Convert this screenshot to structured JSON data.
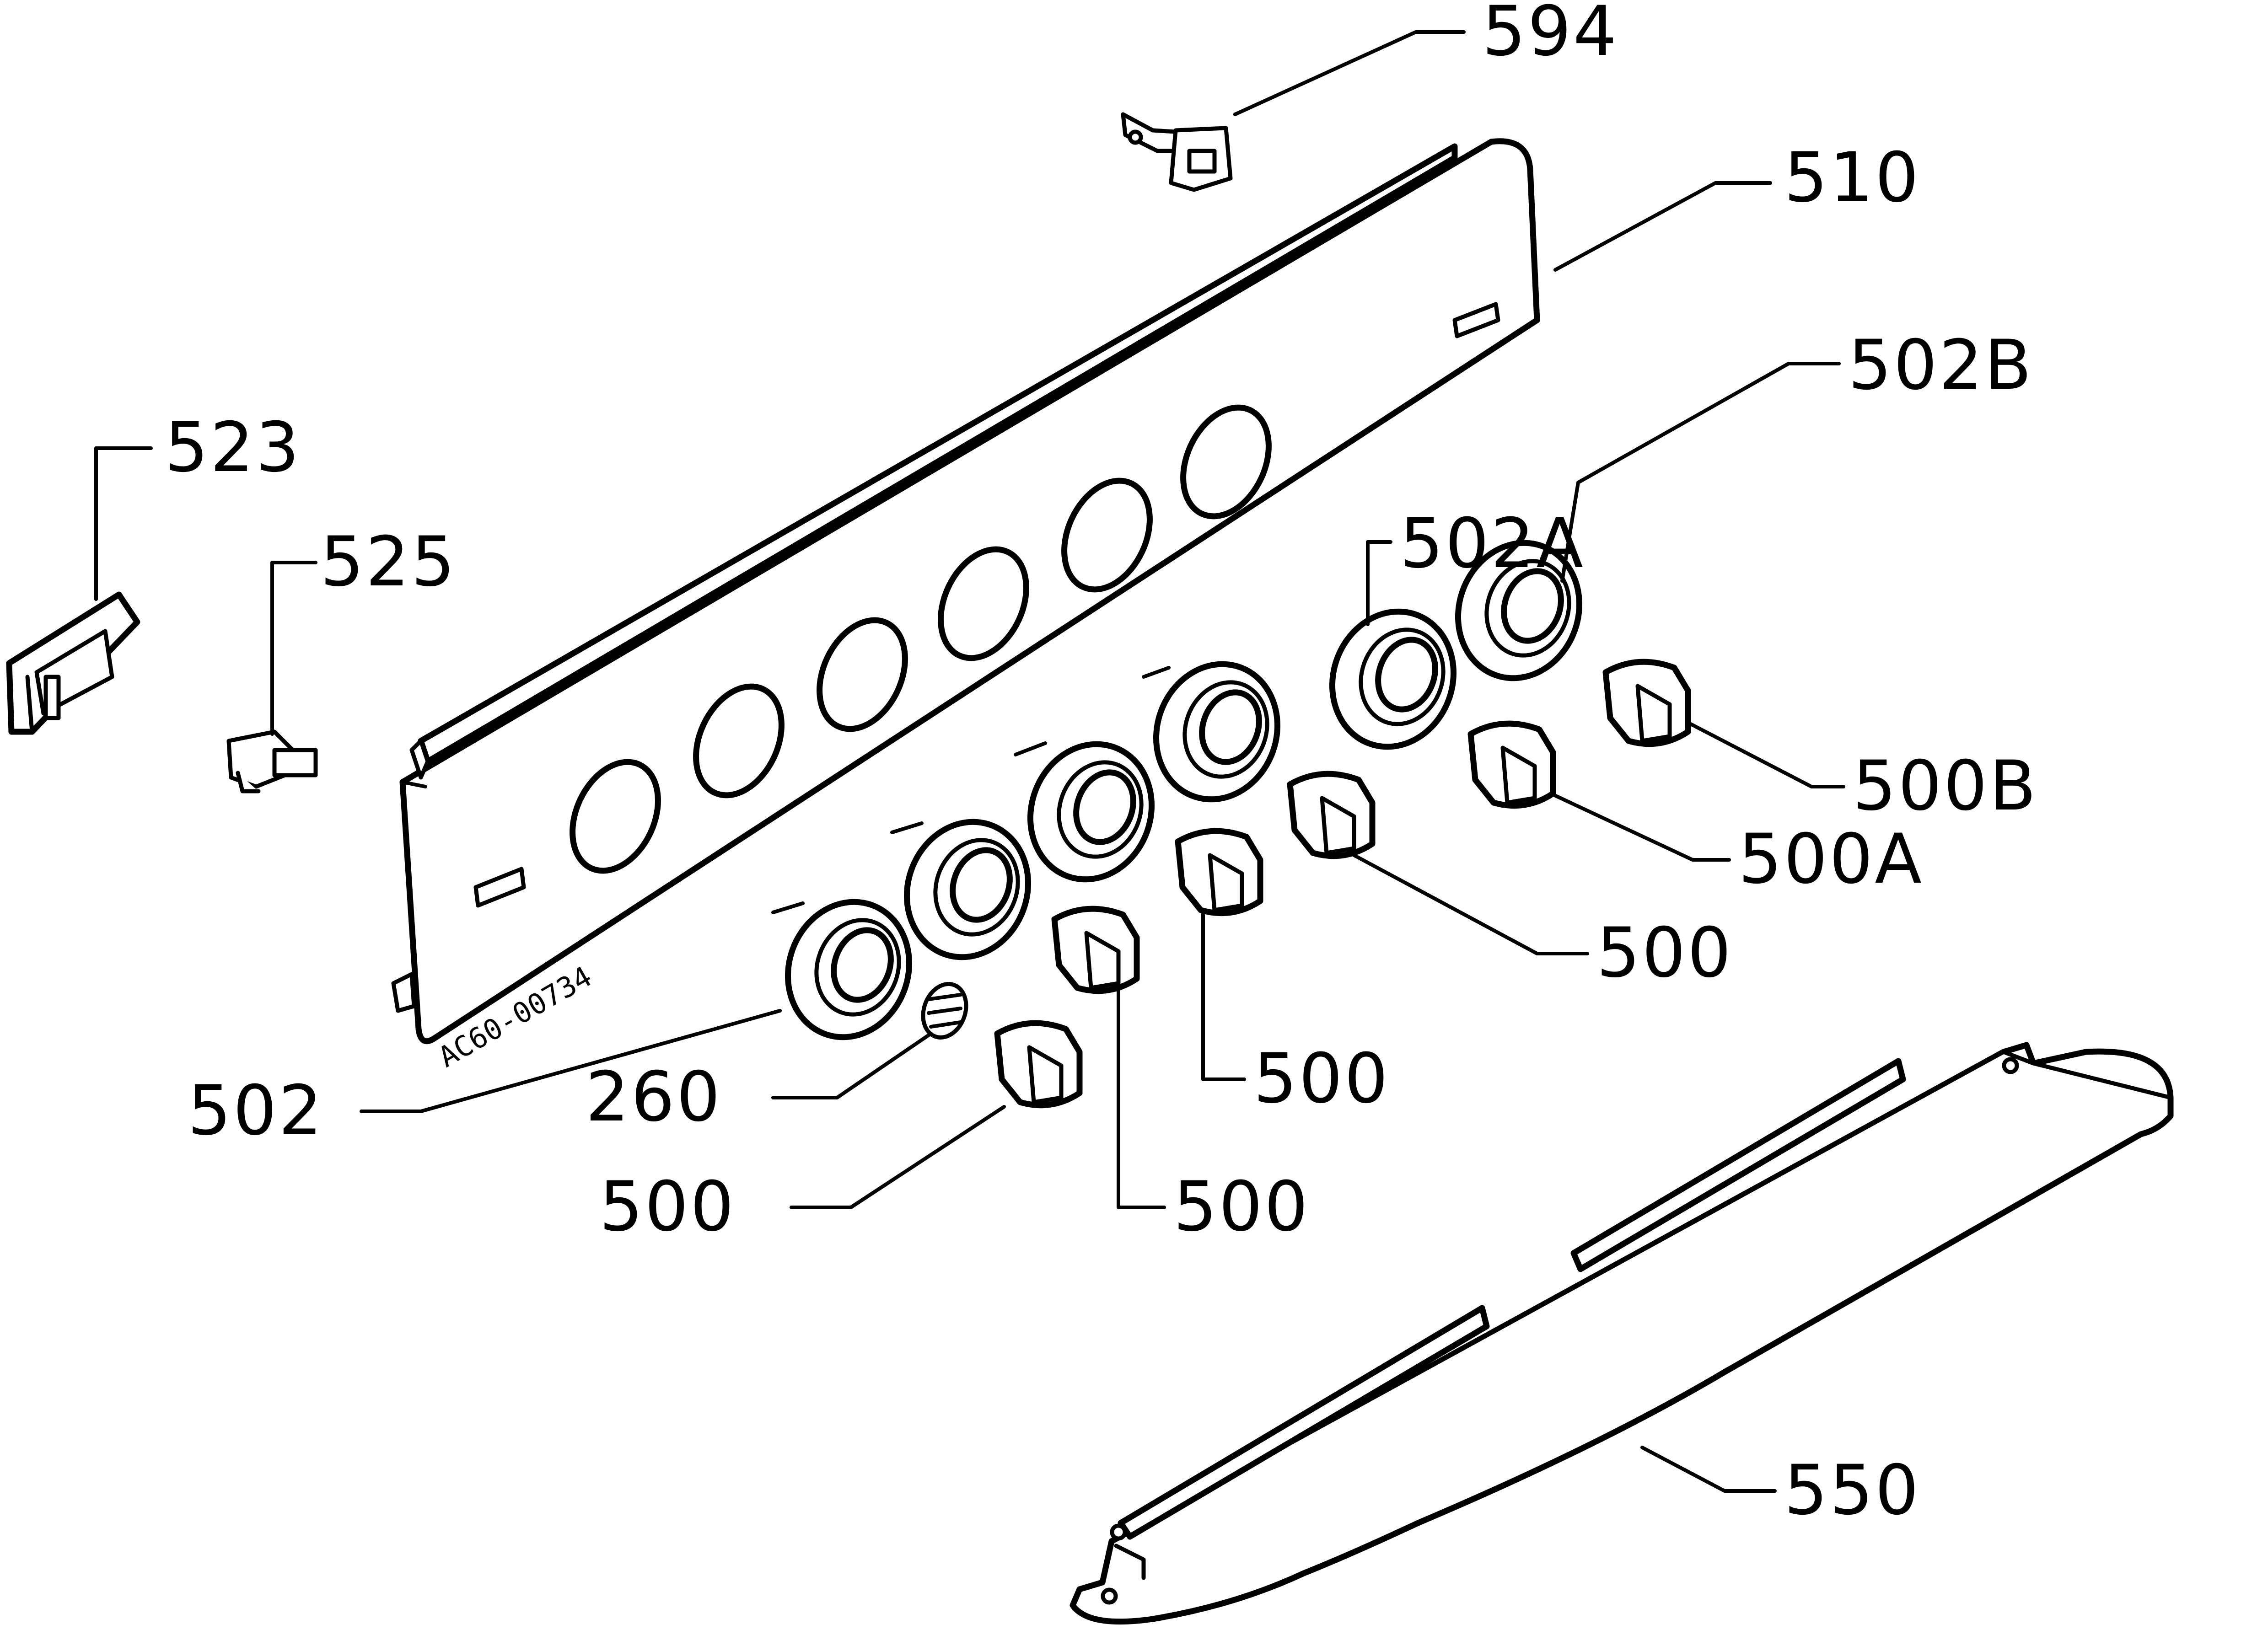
{
  "diagram": {
    "stamp_text": "AC60-00734",
    "callouts": {
      "c594": "594",
      "c510": "510",
      "c523": "523",
      "c525": "525",
      "c502B": "502B",
      "c502A": "502A",
      "c500B": "500B",
      "c500A": "500A",
      "c500_a": "500",
      "c500_b": "500",
      "c500_c": "500",
      "c500_d": "500",
      "c502": "502",
      "c260": "260",
      "c550": "550"
    }
  }
}
